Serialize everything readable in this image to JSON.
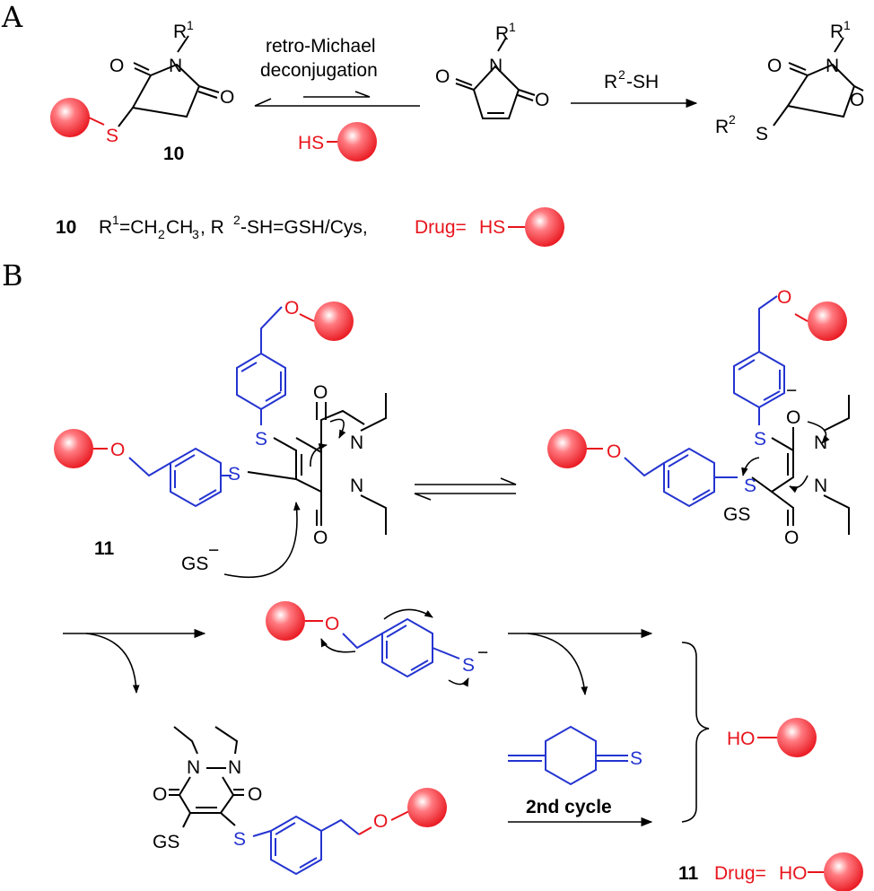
{
  "panels": {
    "a": "A",
    "b": "B"
  },
  "atoms": {
    "n": "N",
    "o": "O",
    "s": "S",
    "r1": "R",
    "sup1": "1",
    "hs": "HS",
    "ho": "HO",
    "gs": "GS",
    "o_minus": "O",
    "s_minus": "S",
    "minus": "−",
    "r2": "R",
    "sup2": "2"
  },
  "panel_a": {
    "arrow1_line1": "retro-Michael",
    "arrow1_line2": "deconjugation",
    "arrow2_label": "R",
    "arrow2_sup": "2",
    "arrow2_tail": "-SH",
    "compound": "10",
    "footnote": {
      "number": "10",
      "r1": "R",
      "r1_sup": "1",
      "r1_eq": "=CH",
      "sub2": "2",
      "ch3": "CH",
      "sub3": "3",
      "comma": ", R",
      "r2_sup": "2",
      "r2_rest": "-SH=GSH/Cys,",
      "drug": "Drug=",
      "hs": "HS"
    }
  },
  "panel_b": {
    "compound": "11",
    "second_cycle": "2nd cycle",
    "footnote": {
      "number": "11",
      "drug": "Drug=",
      "ho": "HO"
    }
  },
  "colors": {
    "drug_sphere": "#e8141c",
    "linker": "#2434d0",
    "bond": "#000000"
  }
}
